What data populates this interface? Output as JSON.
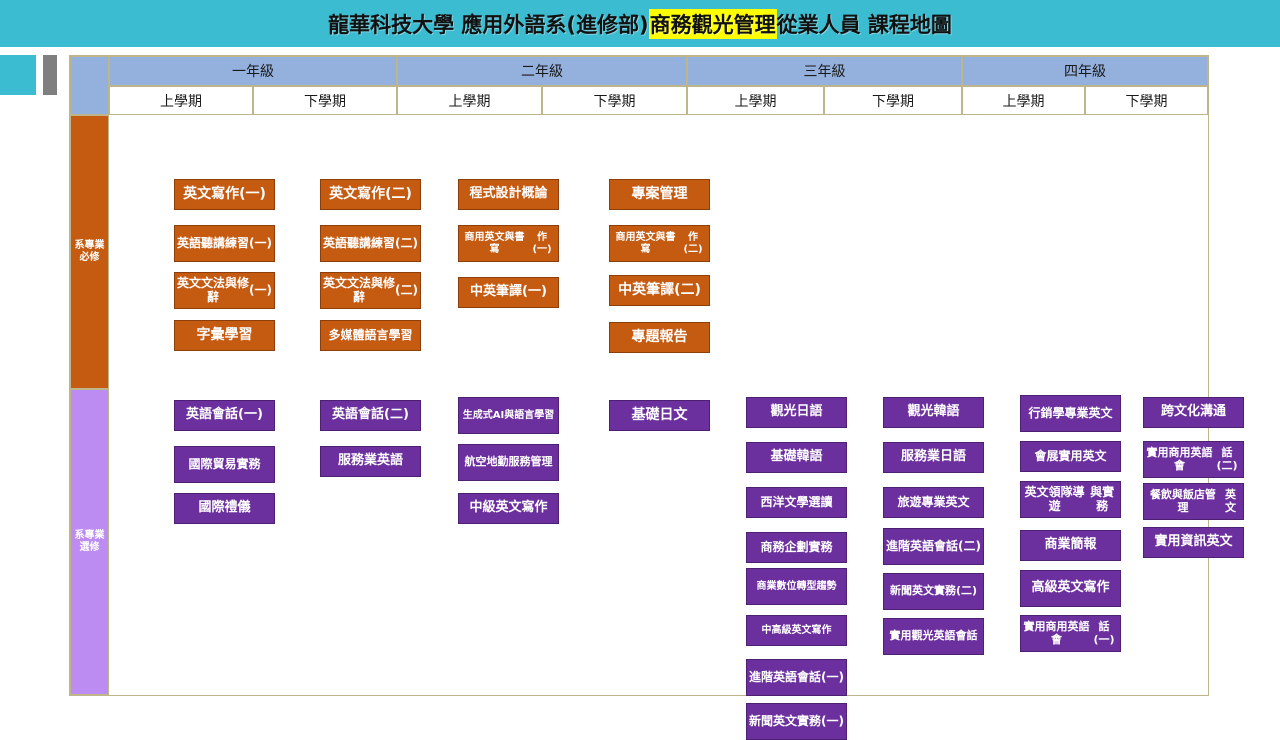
{
  "banner": {
    "title_pre": "龍華科技大學  應用外語系(進修部)",
    "title_highlight": "商務觀光管理",
    "title_post": "從業人員 課程地圖",
    "background_color": "#3bbcd1",
    "highlight_color": "#ffff00"
  },
  "decorations": {
    "teal_block_color": "#3bbcd1",
    "gray_block_color": "#7f7f7f"
  },
  "table": {
    "years": [
      {
        "label": "一年級"
      },
      {
        "label": "二年級"
      },
      {
        "label": "三年級"
      },
      {
        "label": "四年級"
      }
    ],
    "terms": [
      "上學期",
      "下學期",
      "上學期",
      "下學期",
      "上學期",
      "下學期",
      "上學期",
      "下學期"
    ],
    "categories": [
      {
        "key": "required",
        "label": "系專業\n必修",
        "label_line1": "系專業",
        "label_line2": "必修",
        "color": "#c55a11"
      },
      {
        "key": "elective",
        "label": "系專業\n選修",
        "label_line1": "系專業",
        "label_line2": "選修",
        "color": "#bc8cf2"
      }
    ]
  },
  "courses": {
    "required": {
      "y1s1": [
        "英文寫作(一)",
        "英語聽講練習\n(一)",
        "英文文法與修辭\n(一)",
        "字彙學習"
      ],
      "y1s2": [
        "英文寫作(二)",
        "英語聽講練習\n(二)",
        "英文文法與修辭\n(二)",
        "多媒體語言學習"
      ],
      "y2s1": [
        "程式設計概論",
        "商用英文與書寫\n作(一)",
        "中英筆譯(一)"
      ],
      "y2s2": [
        "專案管理",
        "商用英文與書寫\n作(二)",
        "中英筆譯(二)",
        "專題報告"
      ],
      "y3s1": [],
      "y3s2": [],
      "y4s1": [],
      "y4s2": []
    },
    "elective": {
      "y1s1": [
        "英語會話(一)",
        "國際貿易實\n務",
        "國際禮儀"
      ],
      "y1s2": [
        "英語會話(二)",
        "服務業英語"
      ],
      "y2s1": [
        "生成式AI與語言\n學習",
        "航空地勤服務\n管理",
        "中級英文寫作"
      ],
      "y2s2": [
        "基礎日文"
      ],
      "y3s1": [
        "觀光日語",
        "基礎韓語",
        "西洋文學選讀",
        "商務企劃實務",
        "商業數位轉型趨\n勢",
        "中高級英文寫作",
        "進階英語會話\n(一)",
        "新聞英文實務\n(一)"
      ],
      "y3s2": [
        "觀光韓語",
        "服務業日語",
        "旅遊專業英文",
        "進階英語會話\n(二)",
        "新聞英文實務\n(二)",
        "實用觀光英語會\n話"
      ],
      "y4s1": [
        "行銷學專業英\n文",
        "會展實用英文",
        "英文領隊導遊\n與實務",
        "商業簡報",
        "高級英文寫\n作",
        "實用商用英語會\n話(一)"
      ],
      "y4s2": [
        "跨文化溝通",
        "實用商用英語會\n話(二)",
        "餐飲與飯店管理\n英文",
        "實用資訊英文"
      ]
    }
  },
  "colors": {
    "required_box": "#c55a11",
    "elective_box": "#6c2f9e",
    "year_header": "#94b0dd",
    "grid_border": "#bfb58a"
  }
}
